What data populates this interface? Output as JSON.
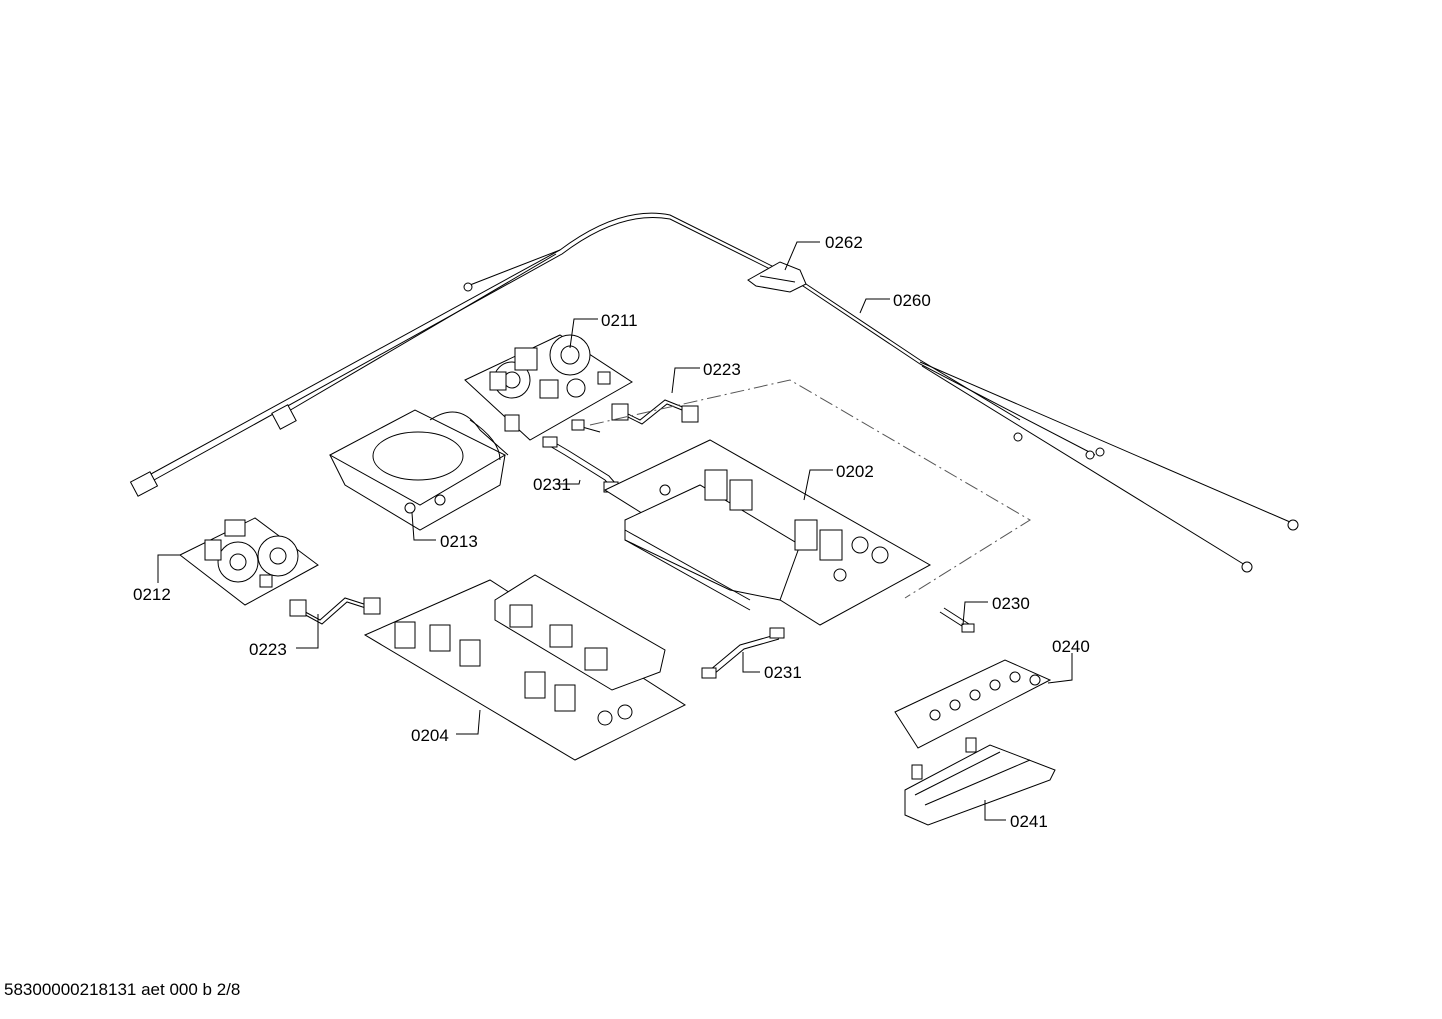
{
  "labels": {
    "p0262": "0262",
    "p0260": "0260",
    "p0211": "0211",
    "p0223a": "0223",
    "p0202": "0202",
    "p0231a": "0231",
    "p0213": "0213",
    "p0212": "0212",
    "p0223b": "0223",
    "p0230": "0230",
    "p0240": "0240",
    "p0231b": "0231",
    "p0204": "0204",
    "p0241": "0241"
  },
  "footer": "58300000218131 aet 000 b 2/8"
}
